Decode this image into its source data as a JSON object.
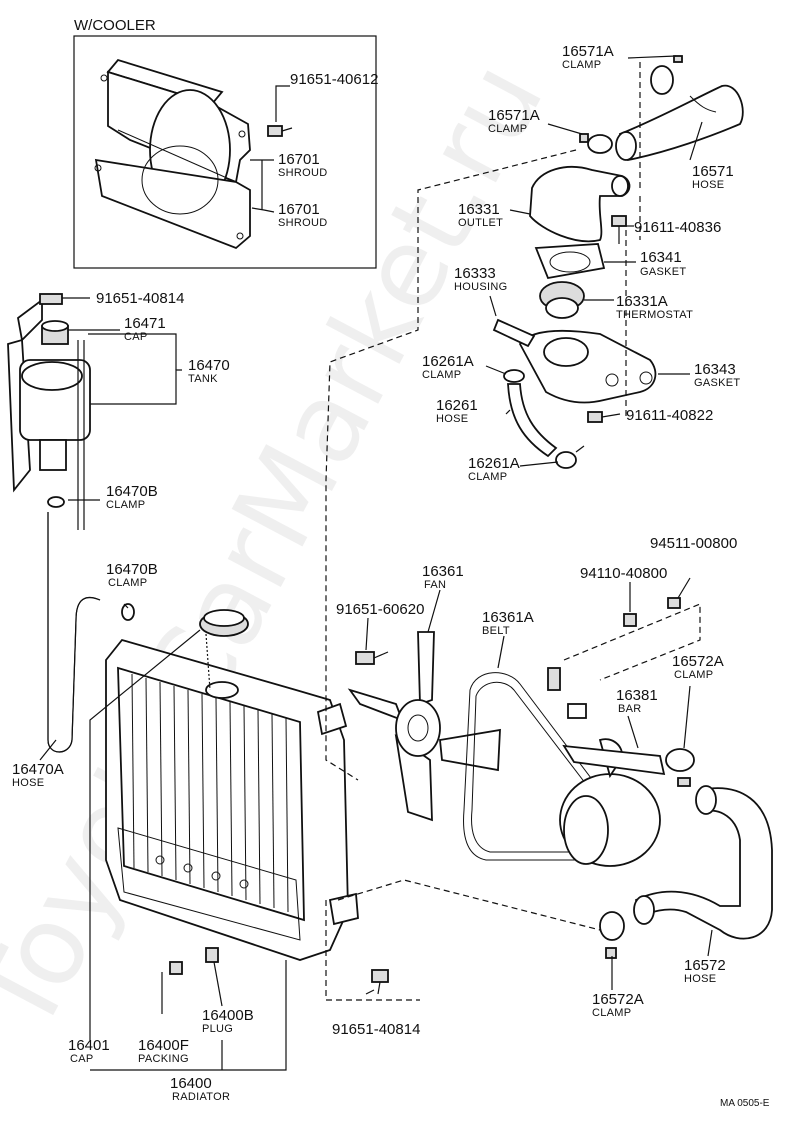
{
  "diagram": {
    "section_title": "W/COOLER",
    "watermark": "ToyotaCarMarket.ru",
    "footer_code": "MA 0505-E",
    "parts": [
      {
        "id": "shroud-bolt",
        "number": "91651-40612",
        "name": ""
      },
      {
        "id": "shroud-1",
        "number": "16701",
        "name": "SHROUD"
      },
      {
        "id": "shroud-2",
        "number": "16701",
        "name": "SHROUD"
      },
      {
        "id": "clamp-upper-1",
        "number": "16571A",
        "name": "CLAMP"
      },
      {
        "id": "clamp-upper-2",
        "number": "16571A",
        "name": "CLAMP"
      },
      {
        "id": "upper-hose",
        "number": "16571",
        "name": "HOSE"
      },
      {
        "id": "outlet",
        "number": "16331",
        "name": "OUTLET"
      },
      {
        "id": "outlet-bolt",
        "number": "91611-40836",
        "name": ""
      },
      {
        "id": "gasket-1",
        "number": "16341",
        "name": "GASKET"
      },
      {
        "id": "housing",
        "number": "16333",
        "name": "HOUSING"
      },
      {
        "id": "thermostat",
        "number": "16331A",
        "name": "THERMOSTAT"
      },
      {
        "id": "tank-bolt",
        "number": "91651-40814",
        "name": ""
      },
      {
        "id": "tank-cap",
        "number": "16471",
        "name": "CAP"
      },
      {
        "id": "tank",
        "number": "16470",
        "name": "TANK"
      },
      {
        "id": "bypass-clamp-1",
        "number": "16261A",
        "name": "CLAMP"
      },
      {
        "id": "gasket-2",
        "number": "16343",
        "name": "GASKET"
      },
      {
        "id": "bypass-hose",
        "number": "16261",
        "name": "HOSE"
      },
      {
        "id": "housing-bolt",
        "number": "91611-40822",
        "name": ""
      },
      {
        "id": "bypass-clamp-2",
        "number": "16261A",
        "name": "CLAMP"
      },
      {
        "id": "tank-clamp-1",
        "number": "16470B",
        "name": "CLAMP"
      },
      {
        "id": "tank-clamp-2",
        "number": "16470B",
        "name": "CLAMP"
      },
      {
        "id": "nut",
        "number": "94511-00800",
        "name": ""
      },
      {
        "id": "fan",
        "number": "16361",
        "name": "FAN"
      },
      {
        "id": "washer",
        "number": "94110-40800",
        "name": ""
      },
      {
        "id": "fan-bolt",
        "number": "91651-60620",
        "name": ""
      },
      {
        "id": "belt",
        "number": "16361A",
        "name": "BELT"
      },
      {
        "id": "lower-clamp-1",
        "number": "16572A",
        "name": "CLAMP"
      },
      {
        "id": "bar",
        "number": "16381",
        "name": "BAR"
      },
      {
        "id": "tank-hose",
        "number": "16470A",
        "name": "HOSE"
      },
      {
        "id": "lower-hose",
        "number": "16572",
        "name": "HOSE"
      },
      {
        "id": "lower-clamp-2",
        "number": "16572A",
        "name": "CLAMP"
      },
      {
        "id": "radiator-bolt",
        "number": "91651-40814",
        "name": ""
      },
      {
        "id": "drain-plug",
        "number": "16400B",
        "name": "PLUG"
      },
      {
        "id": "radiator-cap",
        "number": "16401",
        "name": "CAP"
      },
      {
        "id": "packing",
        "number": "16400F",
        "name": "PACKING"
      },
      {
        "id": "radiator",
        "number": "16400",
        "name": "RADIATOR"
      }
    ]
  }
}
